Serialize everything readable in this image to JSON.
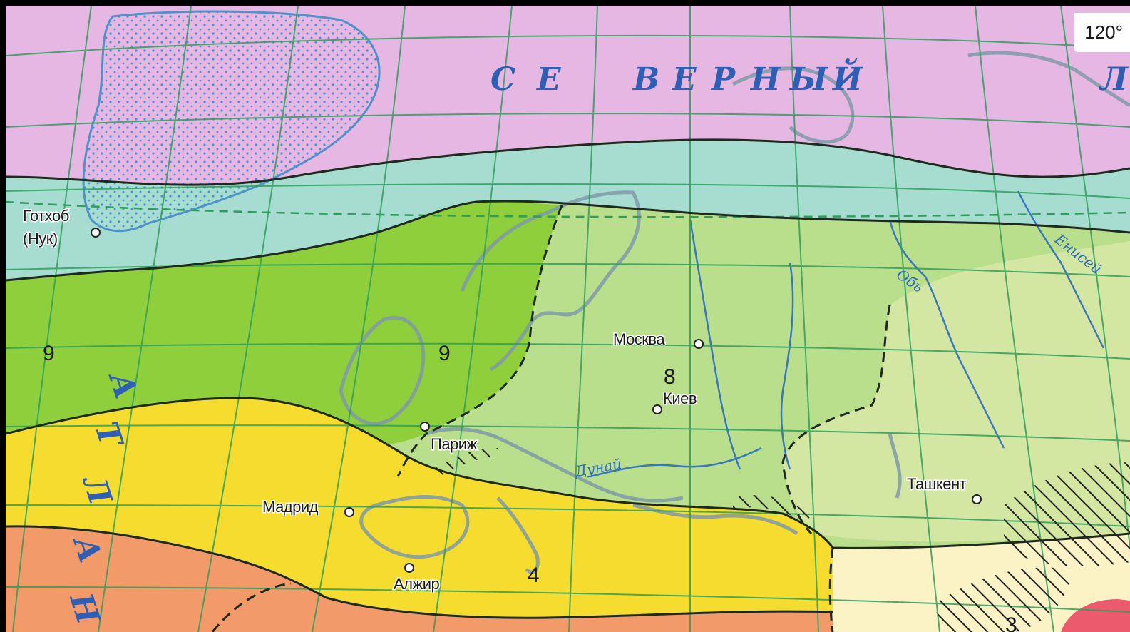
{
  "map": {
    "colors": {
      "arctic": "#e6b7e3",
      "subarctic": "#a6ddd0",
      "temperate_maritime": "#8fcf3c",
      "temperate_continental": "#b9df8c",
      "temperate_dry": "#d3e6a2",
      "subtropical": "#f5dc2e",
      "tropical": "#f29a6a",
      "desert": "#fbf2c6",
      "grid": "#2f9e5c",
      "boundary": "#1f2a1f",
      "water": "#2c6cc0"
    },
    "longitude_label": "120°",
    "ocean_labels": {
      "north": [
        "С",
        "Е",
        "В",
        "Е",
        "Р",
        "Н",
        "Ы",
        "Й"
      ],
      "north_right": "Л",
      "atlantic": [
        "А",
        "Т",
        "Л",
        "А",
        "Н"
      ]
    },
    "rivers": [
      {
        "name": "Дунай"
      },
      {
        "name": "Обь"
      },
      {
        "name": "Енисей"
      }
    ],
    "zone_numbers": [
      "9",
      "9",
      "8",
      "4",
      "3"
    ],
    "cities": [
      {
        "name": "Готхоб",
        "alt": "(Нук)"
      },
      {
        "name": "Москва"
      },
      {
        "name": "Киев"
      },
      {
        "name": "Париж"
      },
      {
        "name": "Мадрид"
      },
      {
        "name": "Алжир"
      },
      {
        "name": "Ташкент"
      }
    ]
  }
}
